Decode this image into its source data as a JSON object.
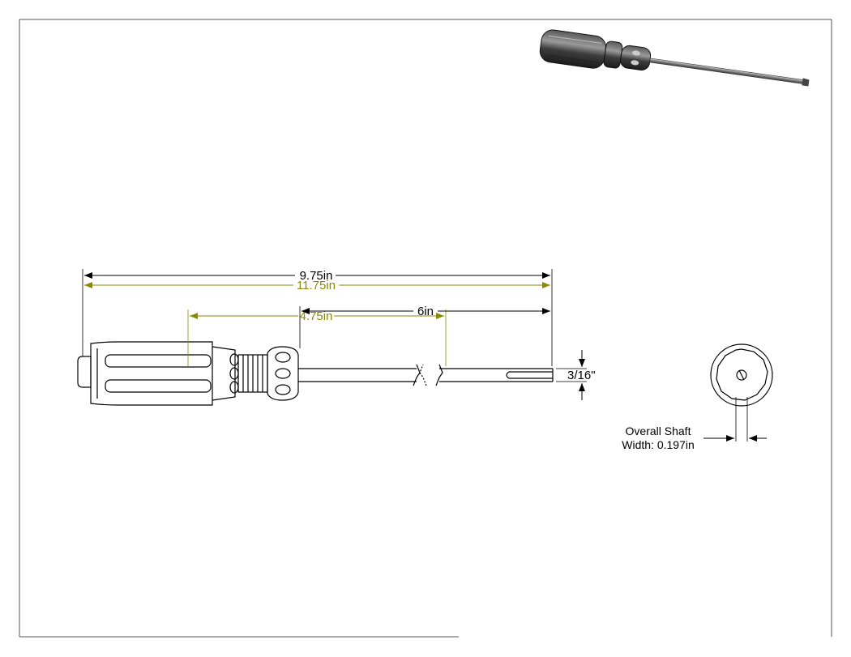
{
  "dimensions": {
    "overall_length": "9.75in",
    "overall_length_alt": "11.75in",
    "handle_length": "4.75in",
    "shaft_length": "6in",
    "tip_width": "3/16\""
  },
  "end_view_note": {
    "line1": "Overall Shaft",
    "line2": "Width: 0.197in"
  },
  "colors": {
    "primary_dimension": "#000000",
    "alternate_dimension": "#8a8a00",
    "linework": "#000000"
  }
}
